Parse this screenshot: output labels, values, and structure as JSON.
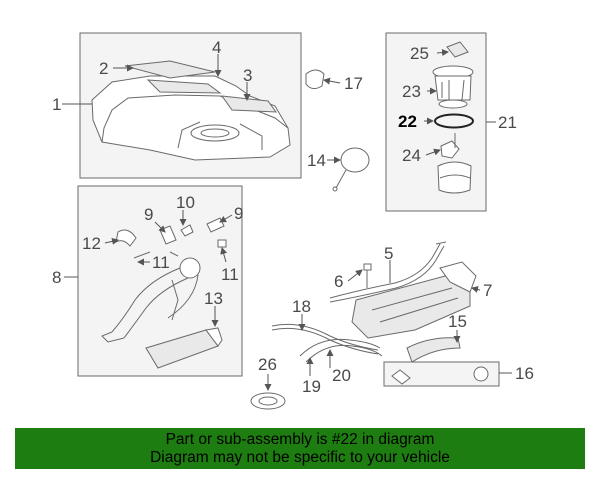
{
  "callouts": {
    "c1": "1",
    "c2": "2",
    "c3": "3",
    "c4": "4",
    "c5": "5",
    "c6": "6",
    "c7": "7",
    "c8": "8",
    "c9a": "9",
    "c9b": "9",
    "c10": "10",
    "c11a": "11",
    "c11b": "11",
    "c12": "12",
    "c13": "13",
    "c14": "14",
    "c15": "15",
    "c16": "16",
    "c17": "17",
    "c18": "18",
    "c19": "19",
    "c20": "20",
    "c21": "21",
    "c22": "22",
    "c23": "23",
    "c24": "24",
    "c25": "25",
    "c26": "26"
  },
  "highlight_part": "22",
  "colors": {
    "banner": "#1e7d10",
    "line": "#6a6a6a",
    "panel": "#f4f4f4"
  },
  "banner": {
    "line1": "Part or sub-assembly is #22 in diagram",
    "line2": "Diagram may not be specific to your vehicle"
  }
}
